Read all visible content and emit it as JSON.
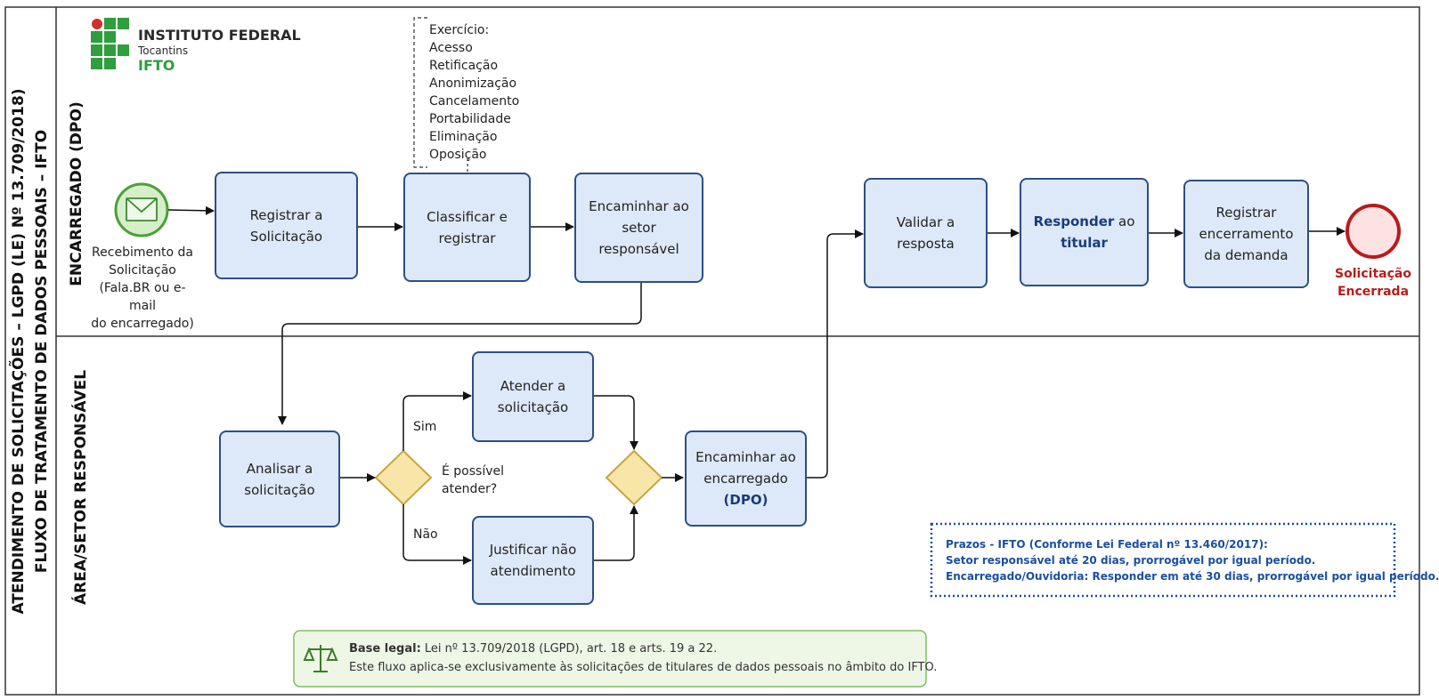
{
  "pool": {
    "title_line1": "ATENDIMENTO DE SOLICITAÇÕES – LGPD (LE) Nº 13.709/2018)",
    "title_line2": "FLUXO DE TRATAMENTO DE DADOS PESSOAIS – IFTO"
  },
  "lanes": {
    "top": "ENCARREGADO (DPO)",
    "bottom": "ÁREA/SETOR RESPONSÁVEL"
  },
  "logo": {
    "line1": "INSTITUTO FEDERAL",
    "line2": "Tocantins",
    "line3": "IFTO",
    "colors": {
      "green": "#2e9e3e",
      "red": "#d32f2f"
    }
  },
  "annotation": {
    "title": "Exercício:",
    "items": [
      "Acesso",
      "Retificação",
      "Anonimização",
      "Cancelamento",
      "Portabilidade",
      "Eliminação",
      "Oposição"
    ]
  },
  "start_event": {
    "icon": "envelope-icon",
    "label_lines": [
      "Recebimento da",
      "Solicitação",
      "(Fala.BR ou e-mail",
      "do encarregado)"
    ]
  },
  "tasks": {
    "registrar": [
      "Registrar a",
      "Solicitação"
    ],
    "classificar": [
      "Classificar e",
      "registrar"
    ],
    "encaminhar_setor": [
      "Encaminhar ao",
      "setor",
      "responsável"
    ],
    "validar": [
      "Validar a",
      "resposta"
    ],
    "responder": {
      "bold1": "Responder",
      "rest1": " ao",
      "bold2": "titular"
    },
    "registrar_enc": [
      "Registrar",
      "encerramento",
      "da demanda"
    ],
    "analisar": [
      "Analisar a",
      "solicitação"
    ],
    "atender": [
      "Atender a",
      "solicitação"
    ],
    "justificar": [
      "Justificar não",
      "atendimento"
    ],
    "encaminhar_enc": {
      "line1": "Encaminhar ao",
      "line2": "encarregado",
      "line3": "(DPO)"
    }
  },
  "gateway": {
    "question_lines": [
      "É possível",
      "atender?"
    ],
    "yes": "Sim",
    "no": "Não",
    "color": "#f8e6a8"
  },
  "end_event": {
    "label_lines": [
      "Solicitação",
      "Encerrada"
    ],
    "color": "#b71c1c"
  },
  "prazos": {
    "title": "Prazos - IFTO (Conforme Lei Federal nº 13.460/2017):",
    "line1": "Setor responsável até 20 dias, prorrogável por igual período.",
    "line2": "Encarregado/Ouvidoria: Responder em até 30 dias, prorrogável por igual período.",
    "color": "#1a4fa0"
  },
  "base_legal": {
    "icon": "scales-icon",
    "label": "Base legal:",
    "text": " Lei nº 13.709/2018 (LGPD), art. 18 e arts. 19 a 22.",
    "line2": "Este fluxo aplica-se exclusivamente às solicitações de titulares de dados pessoais no âmbito do IFTO."
  }
}
